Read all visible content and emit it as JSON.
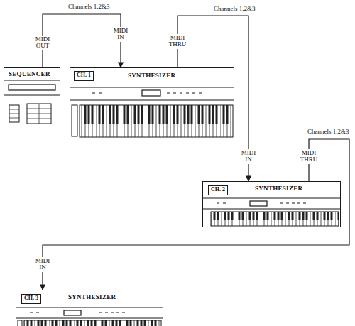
{
  "diagram": {
    "nodes": [
      {
        "text": [
          "SEQUENCER"
        ]
      },
      {
        "text": [
          "SYNTHESIZER"
        ]
      },
      {
        "text": [
          "CH. 1"
        ],
        "in": 1
      },
      {
        "text": [
          "SYNTHESIZER"
        ]
      },
      {
        "text": [
          "CH. 2"
        ],
        "in": 3
      },
      {
        "text": [
          "SYNTHESIZER"
        ]
      },
      {
        "text": [
          "CH. 3"
        ],
        "in": 5
      }
    ],
    "edges": [
      {
        "from": 0,
        "to": 1,
        "arrow": "to",
        "label": "Channels 1,2&3"
      },
      {
        "from": 1,
        "to": 3,
        "arrow": "to",
        "label": "Channels 1,2&3"
      },
      {
        "from": 3,
        "to": 5,
        "arrow": "to",
        "label": "Channels 1,2&3"
      }
    ],
    "labels": [
      "MIDI OUT",
      "MIDI IN",
      "MIDI THRU",
      "MIDI IN",
      "MIDI THRU",
      "MIDI IN"
    ]
  }
}
